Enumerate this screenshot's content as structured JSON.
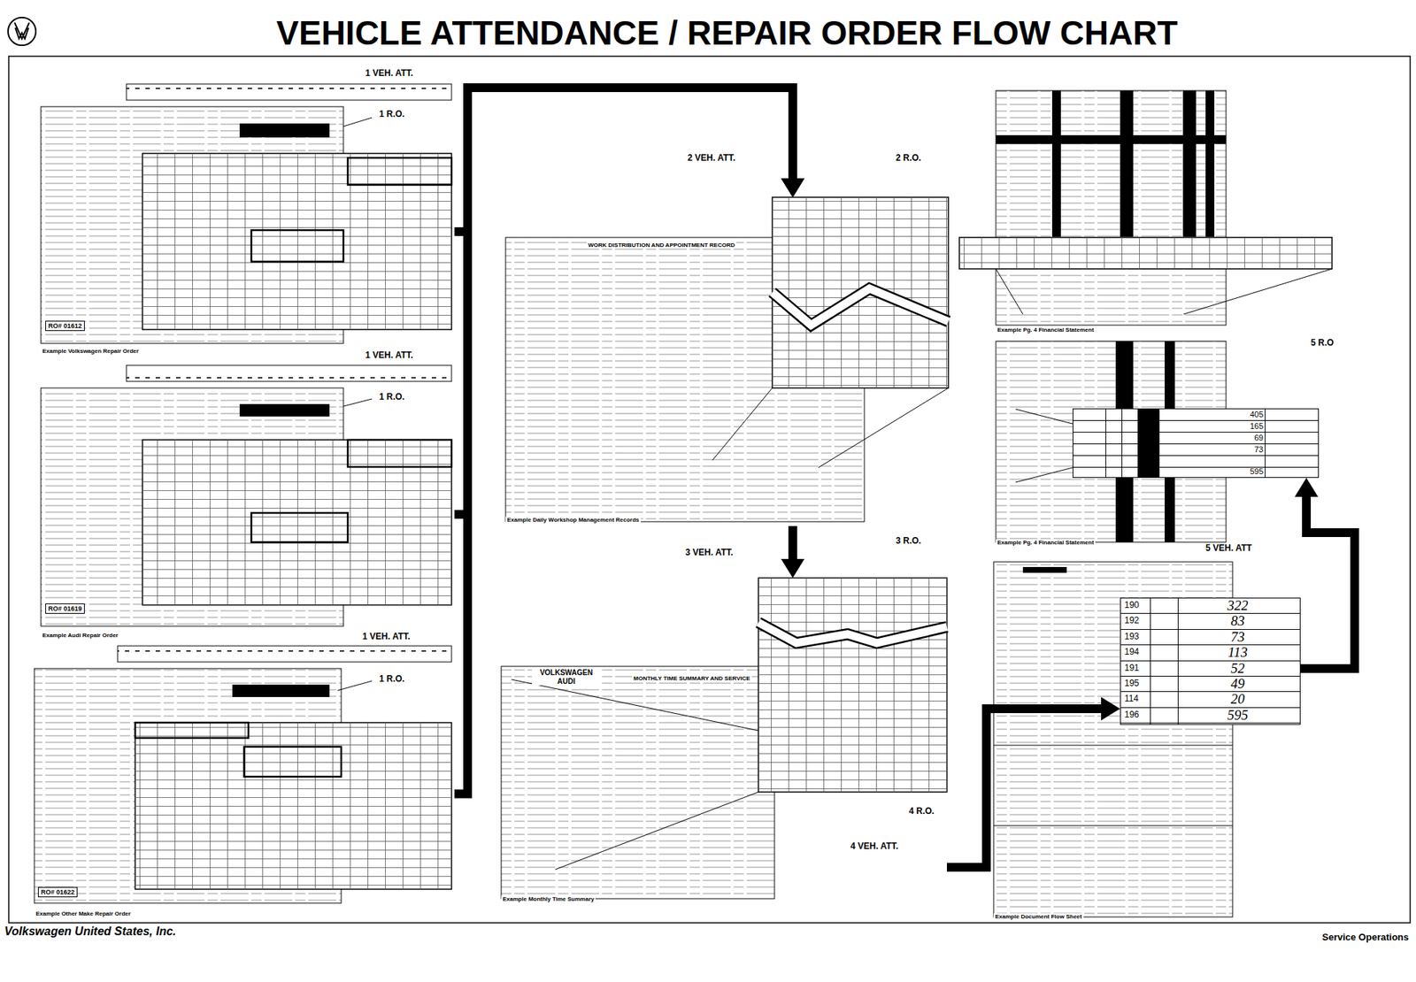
{
  "diagram": {
    "title": "VEHICLE ATTENDANCE / REPAIR ORDER FLOW CHART",
    "nodes": [
      {
        "text": [
          "RO# 01612",
          "Example Volkswagen Repair Order"
        ]
      },
      {
        "text": [
          "RO# 01619",
          "Example Audi Repair Order"
        ]
      },
      {
        "text": [
          "RO# 01622",
          "Example Other Make Repair Order"
        ]
      },
      {
        "text": [
          "WORK DISTRIBUTION AND APPOINTMENT RECORD",
          "Example Daily Workshop Management Records"
        ]
      },
      {
        "text": [
          "VOLKSWAGEN AUDI",
          "MONTHLY TIME SUMMARY AND SERVICE",
          "Example Monthly Time Summary"
        ]
      },
      {
        "text": [
          "Example Pg. 4 Financial Statement"
        ]
      },
      {
        "text": [
          "Example Pg. 4 Financial Statement"
        ]
      },
      {
        "text": [
          "405",
          "165",
          "69",
          "73",
          "595"
        ]
      },
      {
        "text": [
          "Example Document Flow Sheet"
        ]
      },
      {
        "text": [
          "190",
          "322",
          "192",
          "83",
          "193",
          "73",
          "194",
          "113",
          "191",
          "52",
          "195",
          "49",
          "114",
          "20",
          "196",
          "595"
        ]
      }
    ],
    "edges": [
      {
        "from": 0,
        "to": 3,
        "arrow": "to"
      },
      {
        "from": 1,
        "to": 3,
        "arrow": "to"
      },
      {
        "from": 2,
        "to": 3,
        "arrow": "to"
      },
      {
        "from": 3,
        "to": 4,
        "arrow": "to"
      },
      {
        "from": 4,
        "to": 9,
        "arrow": "to"
      },
      {
        "from": 9,
        "to": 7,
        "arrow": "to"
      }
    ],
    "labels": [
      "1 VEH. ATT.",
      "1 R.O.",
      "1 VEH. ATT.",
      "1 R.O.",
      "1 VEH. ATT.",
      "1 R.O.",
      "2 VEH. ATT.",
      "2 R.O.",
      "3 VEH. ATT.",
      "3 R.O.",
      "4 R.O.",
      "4 VEH. ATT.",
      "5 VEH. ATT",
      "5 R.O",
      "Volkswagen United States, Inc.",
      "Service Operations"
    ]
  }
}
